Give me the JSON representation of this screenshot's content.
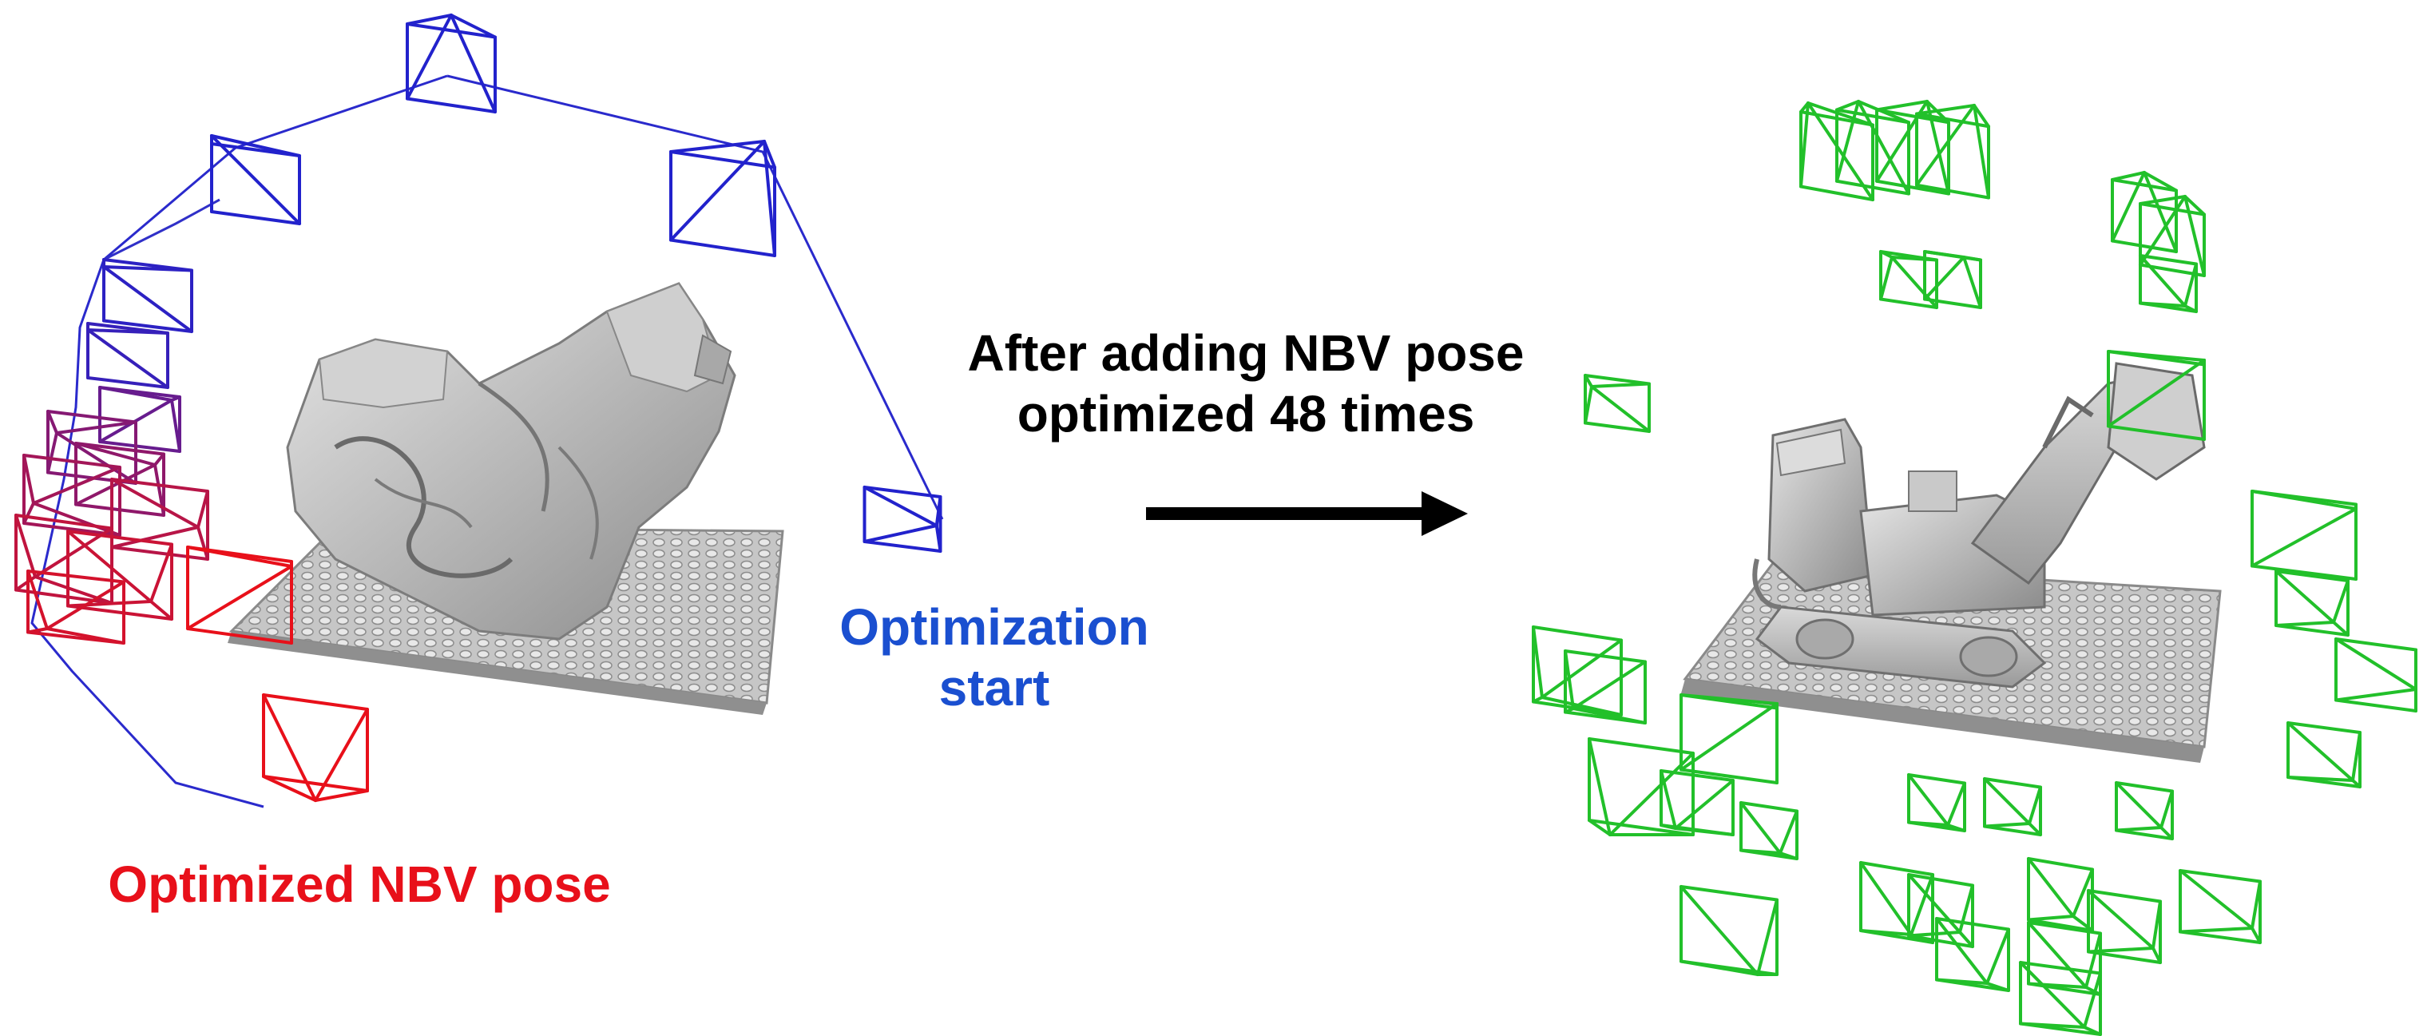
{
  "labels": {
    "transition_line1": "After adding NBV pose",
    "transition_line2": "optimized 48 times",
    "optimization_start_line1": "Optimization",
    "optimization_start_line2": "start",
    "optimized_pose": "Optimized NBV pose"
  },
  "colors": {
    "start_camera": "#2222cc",
    "optimized_camera": "#e8101a",
    "final_cameras": "#22c02a",
    "arrow": "#000000",
    "model_gray": "#bdbdbd",
    "label_blue": "#1a4fd0",
    "label_red": "#e8101a",
    "label_black": "#000000"
  },
  "panels": {
    "left": {
      "model": "partial-reconstruction",
      "camera_trail": "blue-to-red"
    },
    "right": {
      "model": "full-reconstruction",
      "camera_set": "green"
    }
  },
  "icons": {
    "arrow": "arrow-right-icon",
    "camera": "camera-frustum-icon"
  }
}
